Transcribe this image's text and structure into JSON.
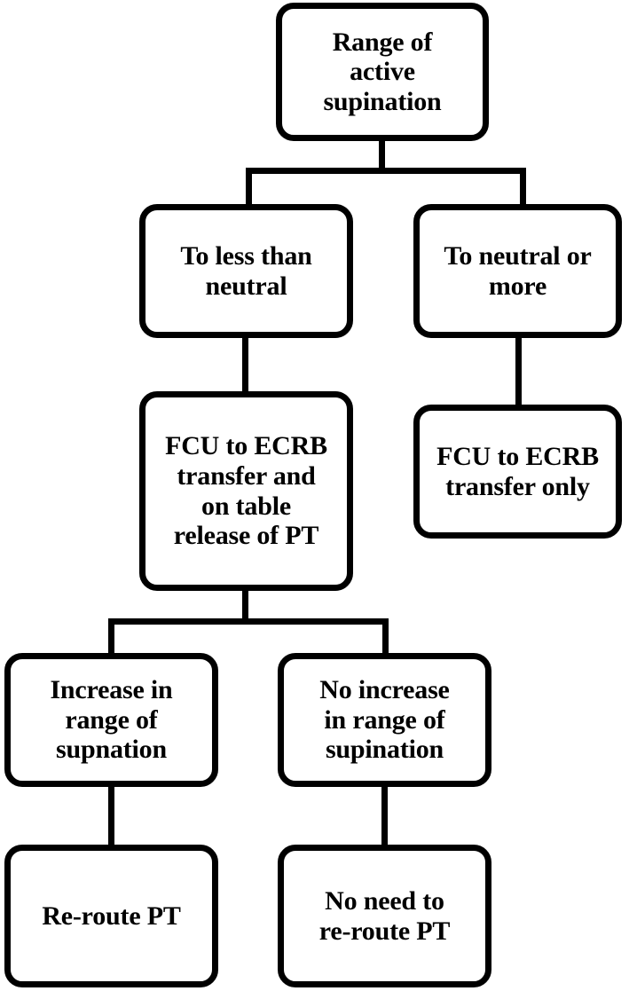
{
  "diagram": {
    "title": "Range of active supination decision flowchart",
    "type": "flowchart",
    "orientation": "top-down",
    "line_color": "#000000",
    "box_fill": "#ffffff",
    "text_color": "#000000"
  },
  "nodes": {
    "root": {
      "id": "root",
      "label": "Range of\nactive\nsupination",
      "level": 1
    },
    "branch_less_than_neutral": {
      "id": "to-less-than-neutral",
      "label": "To less than\nneutral",
      "level": 2
    },
    "branch_neutral_or_more": {
      "id": "to-neutral-or-more",
      "label": "To neutral or\nmore",
      "level": 2
    },
    "treatment_transfer_and_release": {
      "id": "fcu-ecrb-transfer-and-release",
      "label": "FCU to ECRB\ntransfer and\non table\nrelease of PT",
      "level": 3
    },
    "treatment_transfer_only": {
      "id": "fcu-ecrb-transfer-only",
      "label": "FCU to ECRB\ntransfer only",
      "level": 3
    },
    "outcome_increase": {
      "id": "increase-in-range",
      "label": "Increase in\nrange of\nsupnation",
      "level": 4
    },
    "outcome_no_increase": {
      "id": "no-increase-in-range",
      "label": "No increase\nin range of\nsupination",
      "level": 4
    },
    "action_reroute": {
      "id": "re-route-pt",
      "label": "Re-route PT",
      "level": 5
    },
    "action_no_reroute": {
      "id": "no-need-to-re-route-pt",
      "label": "No need to\nre-route PT",
      "level": 5
    }
  },
  "edges": [
    {
      "from": "root",
      "to": "to-less-than-neutral",
      "style": "orthogonal-split"
    },
    {
      "from": "root",
      "to": "to-neutral-or-more",
      "style": "orthogonal-split"
    },
    {
      "from": "to-less-than-neutral",
      "to": "fcu-ecrb-transfer-and-release",
      "style": "straight"
    },
    {
      "from": "to-neutral-or-more",
      "to": "fcu-ecrb-transfer-only",
      "style": "straight"
    },
    {
      "from": "fcu-ecrb-transfer-and-release",
      "to": "increase-in-range",
      "style": "orthogonal-split"
    },
    {
      "from": "fcu-ecrb-transfer-and-release",
      "to": "no-increase-in-range",
      "style": "orthogonal-split"
    },
    {
      "from": "increase-in-range",
      "to": "re-route-pt",
      "style": "straight"
    },
    {
      "from": "no-increase-in-range",
      "to": "no-need-to-re-route-pt",
      "style": "straight"
    }
  ]
}
